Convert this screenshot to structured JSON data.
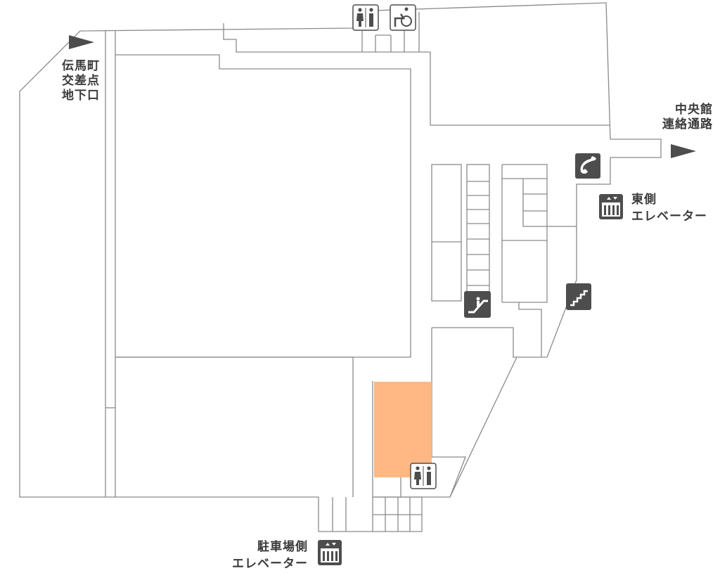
{
  "map": {
    "labels": {
      "denmacho_exit": [
        "伝馬町",
        "交差点",
        "地下口"
      ],
      "central_passage": [
        "中央館",
        "連絡通路"
      ],
      "east_elevator": [
        "東側",
        "エレベーター"
      ],
      "parking_elevator": [
        "駐車場側",
        "エレベーター"
      ]
    },
    "icons": [
      "restroom-icon",
      "accessible-restroom-icon",
      "telephone-icon",
      "elevator-icon",
      "escalator-icon",
      "stairs-icon",
      "arrow-icon"
    ],
    "colors": {
      "wall": "#7f7f7f",
      "highlight": "#ffb884",
      "icon": "#4d4d4d",
      "text": "#3a3a3a"
    }
  }
}
